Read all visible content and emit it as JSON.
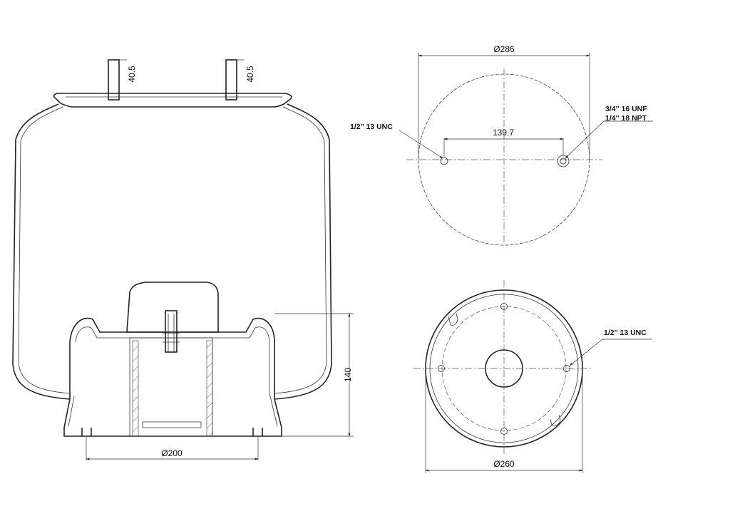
{
  "side_view": {
    "stud_height_left": "40.5",
    "stud_height_right": "40.5",
    "base_diameter": "Ø200",
    "overall_height": "140"
  },
  "top_view": {
    "outer_diameter": "Ø286",
    "stud_spacing": "139.7",
    "stud_thread_label": "1/2'' 13 UNC",
    "port_label_line1": "3/4'' 16 UNF",
    "port_label_line2": "1/4'' 18 NPT"
  },
  "bottom_view": {
    "outer_diameter": "Ø260",
    "bolt_thread_label": "1/2'' 13 UNC"
  }
}
